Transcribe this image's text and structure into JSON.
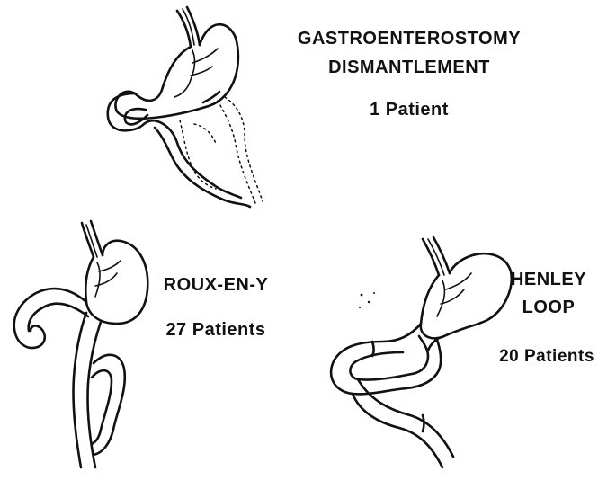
{
  "procedures": [
    {
      "name_line1": "GASTROENTEROSTOMY",
      "name_line2": "DISMANTLEMENT",
      "count": "1 Patient"
    },
    {
      "name_line1": "ROUX-EN-Y",
      "count": "27 Patients"
    },
    {
      "name_line1": "HENLEY",
      "name_line2": "LOOP",
      "count": "20 Patients"
    }
  ]
}
